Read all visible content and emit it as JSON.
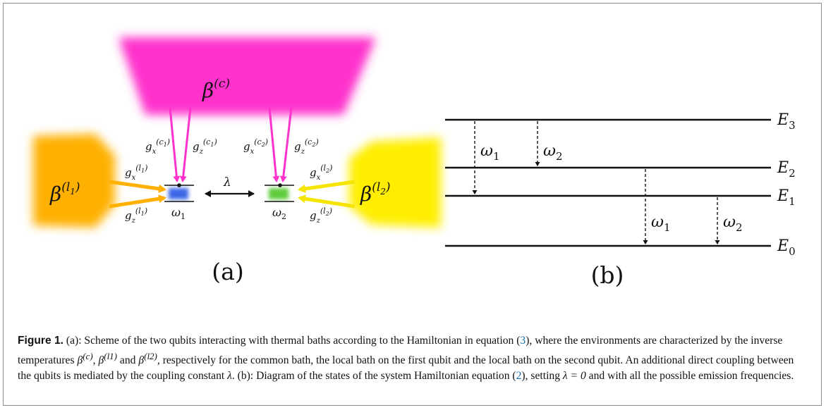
{
  "panel_a": {
    "common_bath": "β(c)",
    "local_bath_1": "β(l1)",
    "local_bath_2": "β(l2)",
    "coupling": "λ",
    "qubit_1_freq": "ω1",
    "qubit_2_freq": "ω2",
    "coupling_labels": {
      "c1x": "gx(c1)",
      "c1z": "gz(c1)",
      "c2x": "gx(c2)",
      "c2z": "gz(c2)",
      "l1x": "gx(l1)",
      "l1z": "gz(l1)",
      "l2x": "gx(l2)",
      "l2z": "gz(l2)"
    },
    "panel_label": "(a)",
    "colors": {
      "common_bath": "#ff33cc",
      "local_bath_1": "#ffb000",
      "local_bath_2": "#ffee00",
      "qubit_1": "#3a66e6",
      "qubit_2": "#5fcc3a"
    }
  },
  "panel_b": {
    "levels": [
      "E3",
      "E2",
      "E1",
      "E0"
    ],
    "transitions": [
      "ω1",
      "ω2",
      "ω1",
      "ω2"
    ],
    "panel_label": "(b)"
  },
  "caption": {
    "label": "Figure 1.",
    "text_1": " (a): Scheme of the two qubits interacting with thermal baths according to the Hamiltonian in equation (",
    "ref_1": "3",
    "text_2": "), where the environments are characterized by the inverse temperatures ",
    "beta_c": "β",
    "beta_c_sup": "(c)",
    "sep_1": ", ",
    "beta_l1": "β",
    "beta_l1_sup": "(l1)",
    "text_3": " and ",
    "beta_l2": "β",
    "beta_l2_sup": "(l2)",
    "text_4": ", respectively for the common bath, the local bath on the first qubit and the local bath on the second qubit. An additional direct coupling between the qubits is mediated by the coupling constant ",
    "lambda": "λ",
    "text_5": ". (b): Diagram of the states of the system Hamiltonian equation (",
    "ref_2": "2",
    "text_6": "), setting ",
    "lambda_eq": "λ = 0",
    "text_7": " and with all the possible emission frequencies."
  }
}
